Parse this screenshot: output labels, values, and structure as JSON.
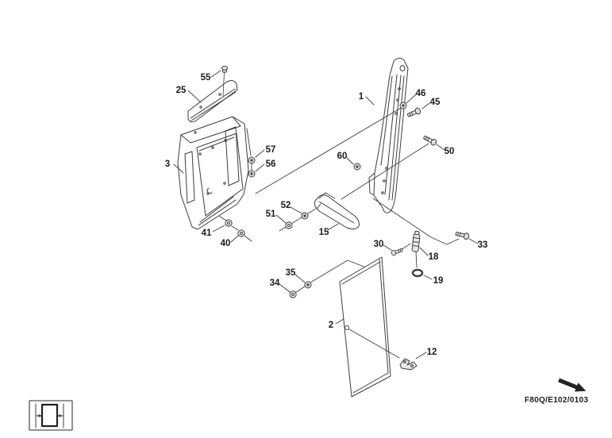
{
  "diagram": {
    "figure_code": "F80Q/E102/0103",
    "type": "exploded-parts-diagram",
    "line_color": "#3d3d3d",
    "text_color": "#1b1b1b",
    "callouts": [
      {
        "label": "55",
        "part": "screw"
      },
      {
        "label": "25",
        "part": "top-cover-strip"
      },
      {
        "label": "3",
        "part": "housing-frame"
      },
      {
        "label": "57",
        "part": "nut-upper"
      },
      {
        "label": "56",
        "part": "nut-lower"
      },
      {
        "label": "41",
        "part": "washer"
      },
      {
        "label": "40",
        "part": "washer"
      },
      {
        "label": "1",
        "part": "pillar-bracket"
      },
      {
        "label": "46",
        "part": "nut"
      },
      {
        "label": "45",
        "part": "bolt"
      },
      {
        "label": "60",
        "part": "nut"
      },
      {
        "label": "50",
        "part": "bolt"
      },
      {
        "label": "52",
        "part": "nut"
      },
      {
        "label": "51",
        "part": "washer"
      },
      {
        "label": "15",
        "part": "wedge-bracket"
      },
      {
        "label": "30",
        "part": "bolt"
      },
      {
        "label": "18",
        "part": "pin"
      },
      {
        "label": "19",
        "part": "o-ring"
      },
      {
        "label": "33",
        "part": "bolt"
      },
      {
        "label": "35",
        "part": "nut"
      },
      {
        "label": "34",
        "part": "nut"
      },
      {
        "label": "2",
        "part": "side-panel"
      },
      {
        "label": "12",
        "part": "clamp"
      }
    ]
  }
}
